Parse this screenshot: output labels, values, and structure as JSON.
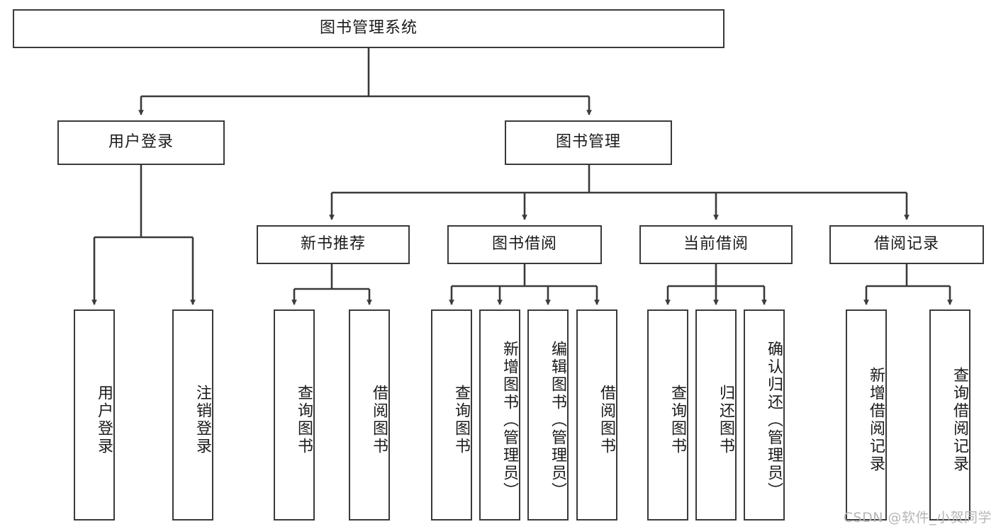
{
  "diagram": {
    "title": "图书管理系统",
    "type": "hierarchy-tree",
    "watermark": "CSDN @软件_小贺同学",
    "colors": {
      "stroke": "#3a3a3a",
      "fill": "#ffffff",
      "text": "#1b1b1b",
      "watermark": "#b6b6b6"
    },
    "levels": {
      "root": {
        "label": "图书管理系统"
      },
      "level2": [
        {
          "label": "用户登录"
        },
        {
          "label": "图书管理"
        }
      ],
      "level3": [
        {
          "label": "新书推荐"
        },
        {
          "label": "图书借阅"
        },
        {
          "label": "当前借阅"
        },
        {
          "label": "借阅记录"
        }
      ],
      "leaves": {
        "user_login": [
          {
            "label": "用户登录"
          },
          {
            "label": "注销登录"
          }
        ],
        "new_book_recommend": [
          {
            "label": "查询图书"
          },
          {
            "label": "借阅图书"
          }
        ],
        "book_borrow": [
          {
            "label": "查询图书"
          },
          {
            "label": "新增图书（管理员）"
          },
          {
            "label": "编辑图书（管理员）"
          },
          {
            "label": "借阅图书"
          }
        ],
        "current_borrow": [
          {
            "label": "查询图书"
          },
          {
            "label": "归还图书"
          },
          {
            "label": "确认归还（管理员）"
          }
        ],
        "borrow_record": [
          {
            "label": "新增借阅记录"
          },
          {
            "label": "查询借阅记录"
          }
        ]
      }
    }
  }
}
